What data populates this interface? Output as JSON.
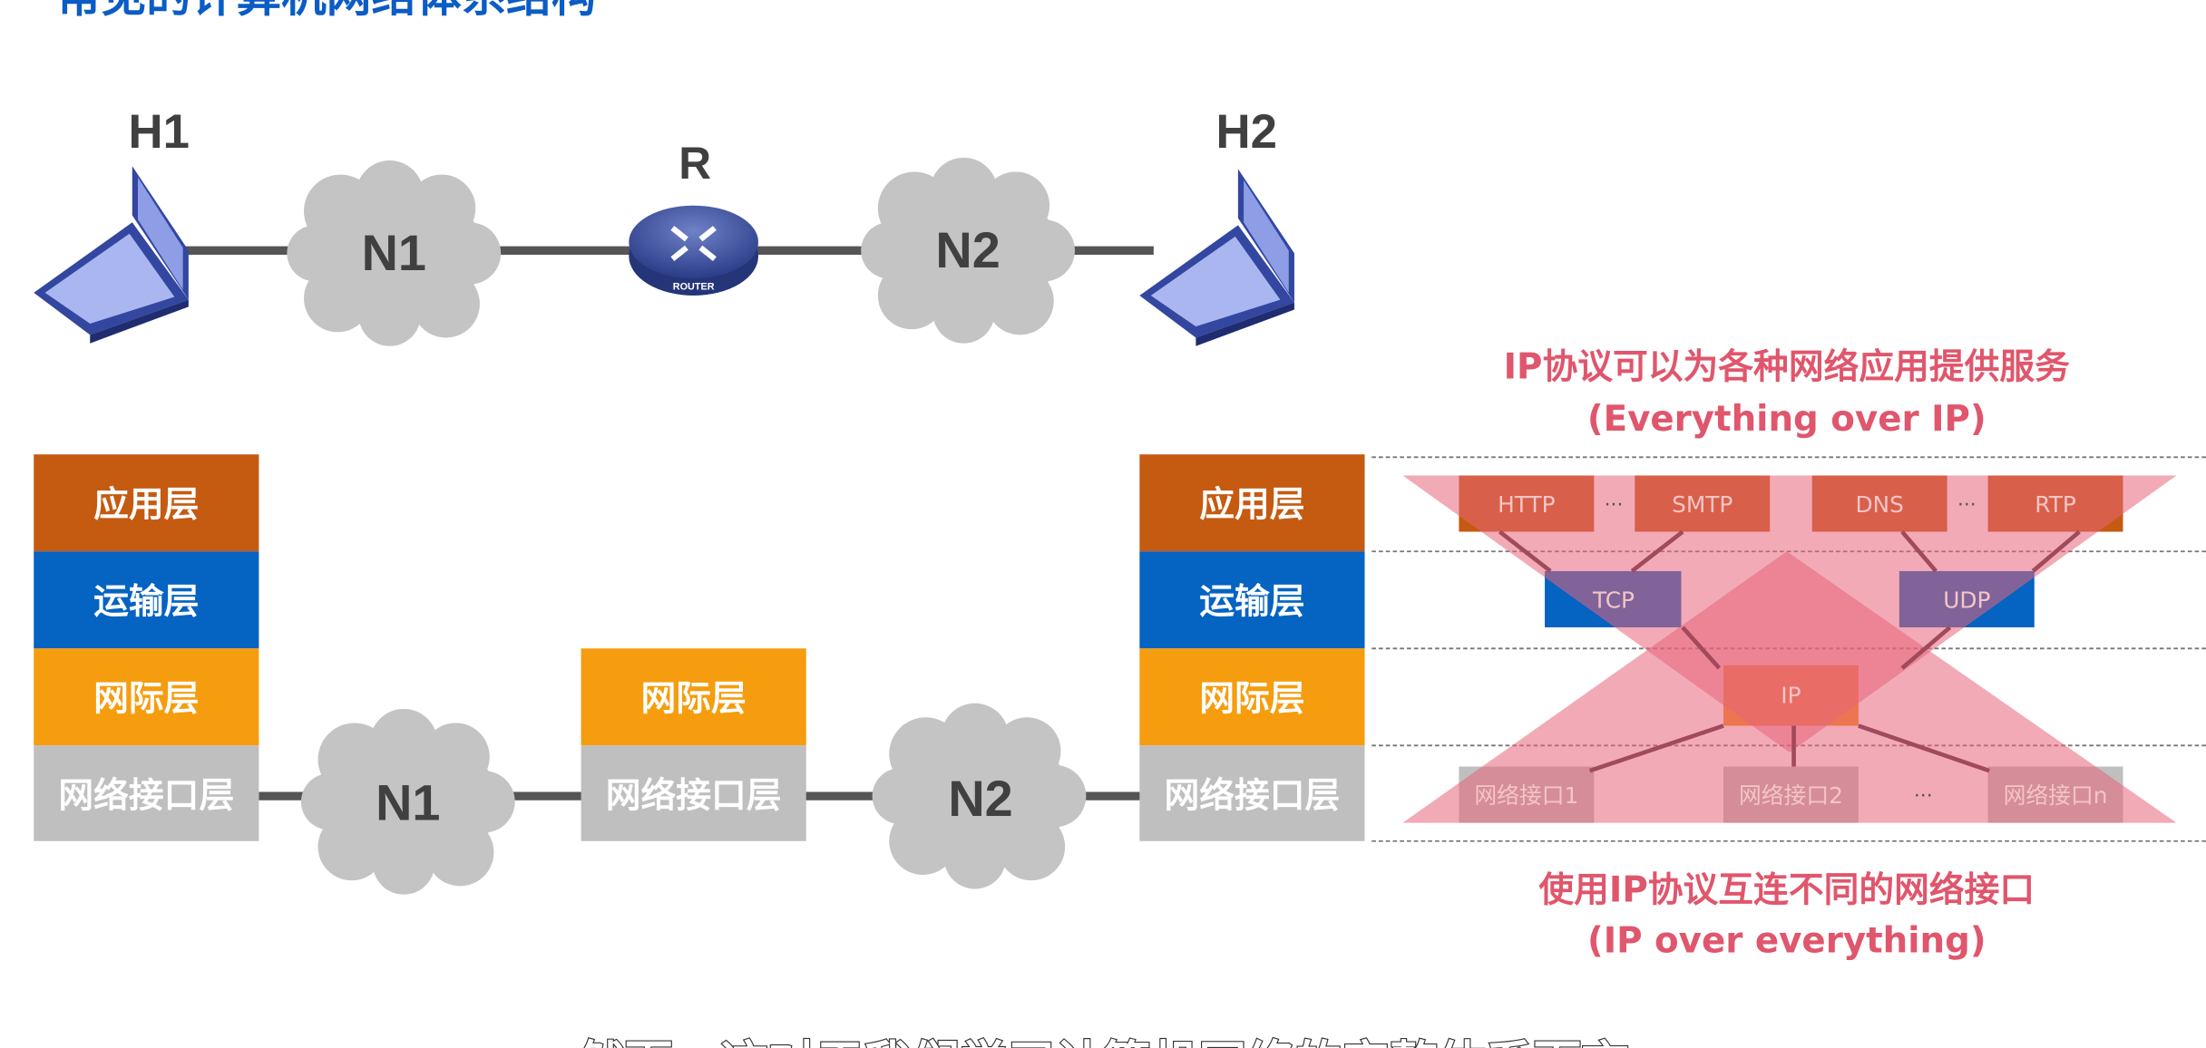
{
  "slide_title": "常见的计算机网络体系结构",
  "subtitle_caption": "然而，这对于我们学习计算机网络的完整体系而言",
  "topology": {
    "host1": "H1",
    "host2": "H2",
    "router": "R",
    "router_badge": "ROUTER",
    "network1": "N1",
    "network2": "N2"
  },
  "stacks": {
    "host_layers": [
      "应用层",
      "运输层",
      "网际层",
      "网络接口层"
    ],
    "router_layers": [
      "网际层",
      "网络接口层"
    ],
    "network1": "N1",
    "network2": "N2"
  },
  "hourglass": {
    "top_caption": "IP协议可以为各种网络应用提供服务",
    "top_caption_en": "(Everything over IP)",
    "bottom_caption": "使用IP协议互连不同的网络接口",
    "bottom_caption_en": "(IP over everything)",
    "application": [
      "HTTP",
      "SMTP",
      "DNS",
      "RTP"
    ],
    "transport": [
      "TCP",
      "UDP"
    ],
    "internet": "IP",
    "interfaces": [
      "网络接口1",
      "网络接口2",
      "网络接口n"
    ],
    "ellipsis": "···"
  },
  "colors": {
    "application": "#c55a11",
    "transport": "#0563c1",
    "internet": "#f59d0e",
    "interface": "#bfbfbf",
    "overlay": "#e8657a",
    "caption": "#e0566c"
  }
}
